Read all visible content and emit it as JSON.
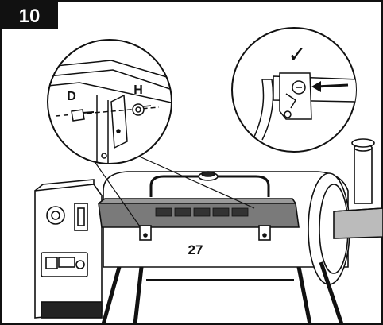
{
  "step": {
    "number": "10"
  },
  "callouts": {
    "left": {
      "label_d": "D",
      "label_h": "H"
    },
    "right": {
      "check_mark": "✓"
    }
  },
  "main": {
    "part_label": "27"
  },
  "colors": {
    "frame": "#111111",
    "grill_fill": "#ffffff",
    "handle_panel": "#7a7a7a",
    "vent_dark": "#222222"
  }
}
